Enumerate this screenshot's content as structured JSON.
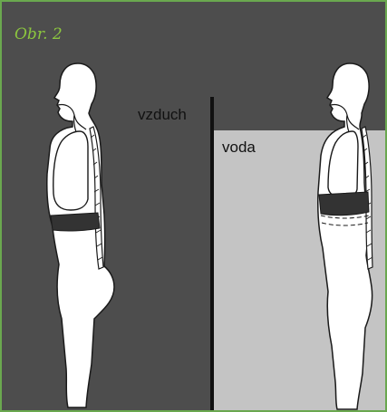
{
  "figure": {
    "caption": "Obr. 2",
    "labels": {
      "air": "vzduch",
      "water": "voda"
    }
  },
  "colors": {
    "air_background": "#4d4d4d",
    "water": "#c4c4c4",
    "body_fill": "#ffffff",
    "body_outline": "#1a1a1a",
    "diaphragm": "#333333",
    "caption": "#8cc63f",
    "frame_border": "#6aa84f",
    "divider": "#111111"
  }
}
